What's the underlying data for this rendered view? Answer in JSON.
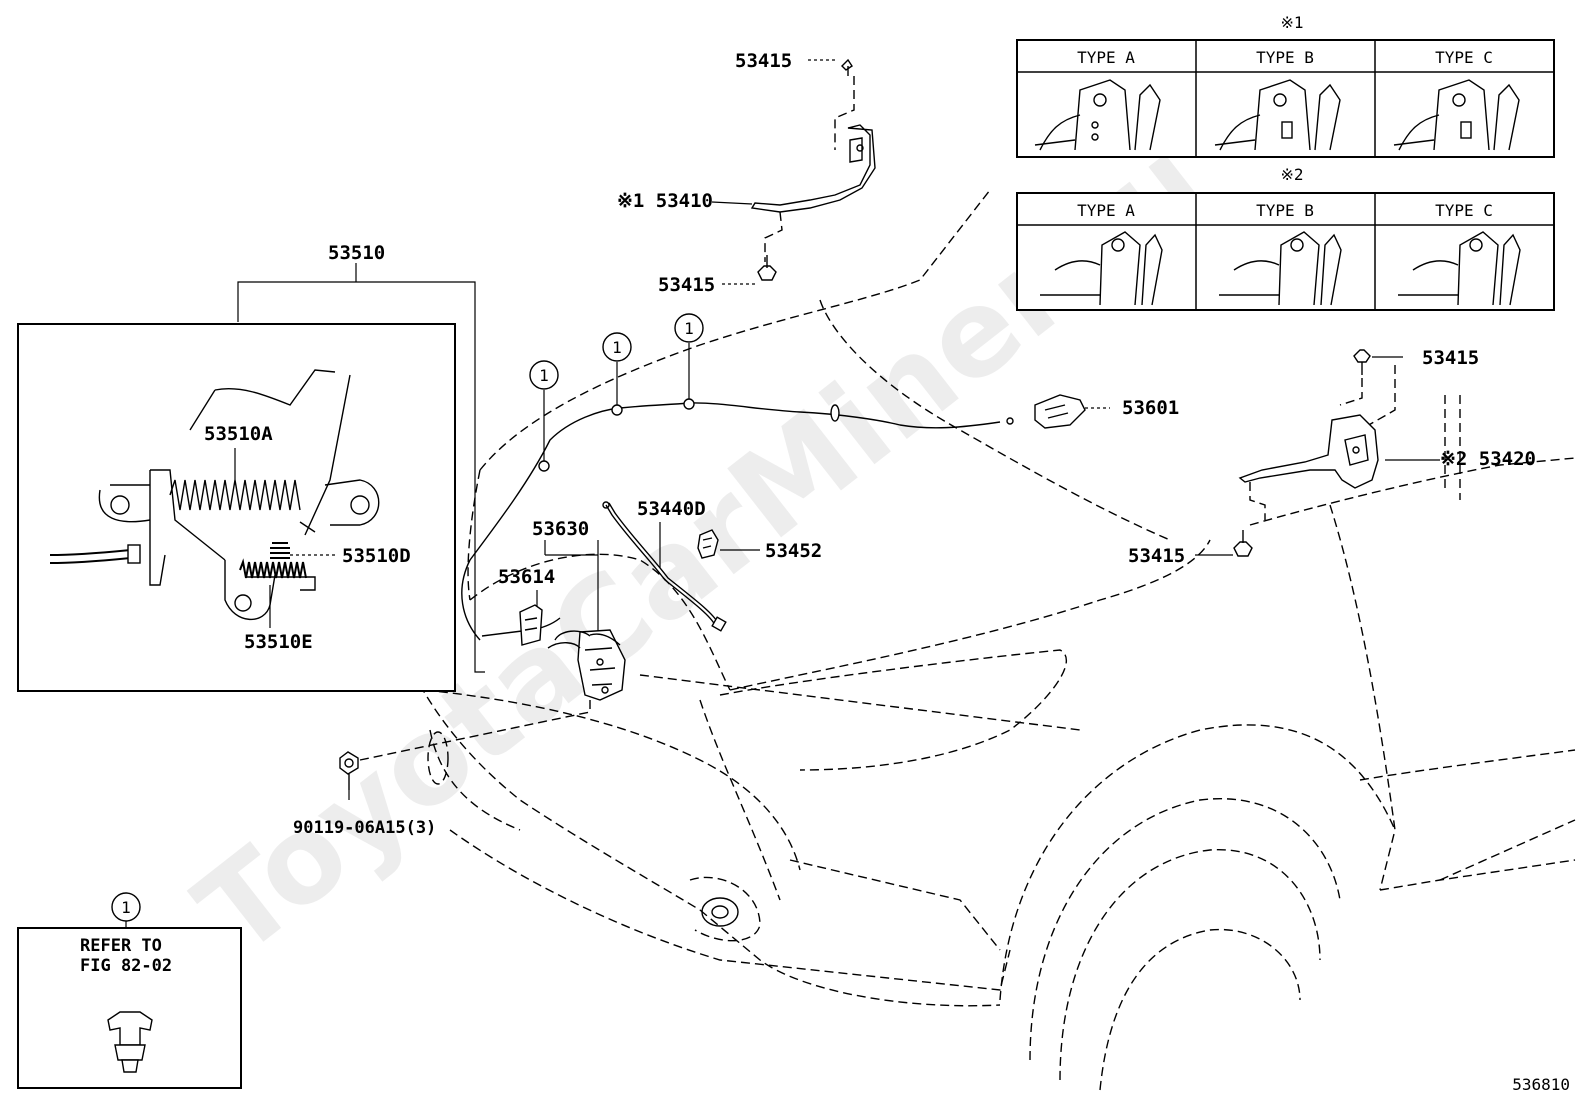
{
  "diagram": {
    "watermark": "ToyotaCarMiner.ru",
    "figure_number": "536810",
    "tables": [
      {
        "marker": "※1",
        "headers": [
          "TYPE  A",
          "TYPE  B",
          "TYPE  C"
        ]
      },
      {
        "marker": "※2",
        "headers": [
          "TYPE  A",
          "TYPE  B",
          "TYPE  C"
        ]
      }
    ],
    "callout_circle": "1",
    "refer_box": {
      "line1": "REFER TO",
      "line2": "FIG 82-02"
    },
    "parts": {
      "p53415_top": "53415",
      "p53410": "※1 53410",
      "p53415_mid": "53415",
      "p53510": "53510",
      "p53510A": "53510A",
      "p53510D": "53510D",
      "p53510E": "53510E",
      "p53601": "53601",
      "p53415_right_top": "53415",
      "p53420": "※2 53420",
      "p53415_right_bot": "53415",
      "p53440D": "53440D",
      "p53630": "53630",
      "p53452": "53452",
      "p53614": "53614",
      "p90119": "90119-06A15(3)"
    }
  }
}
